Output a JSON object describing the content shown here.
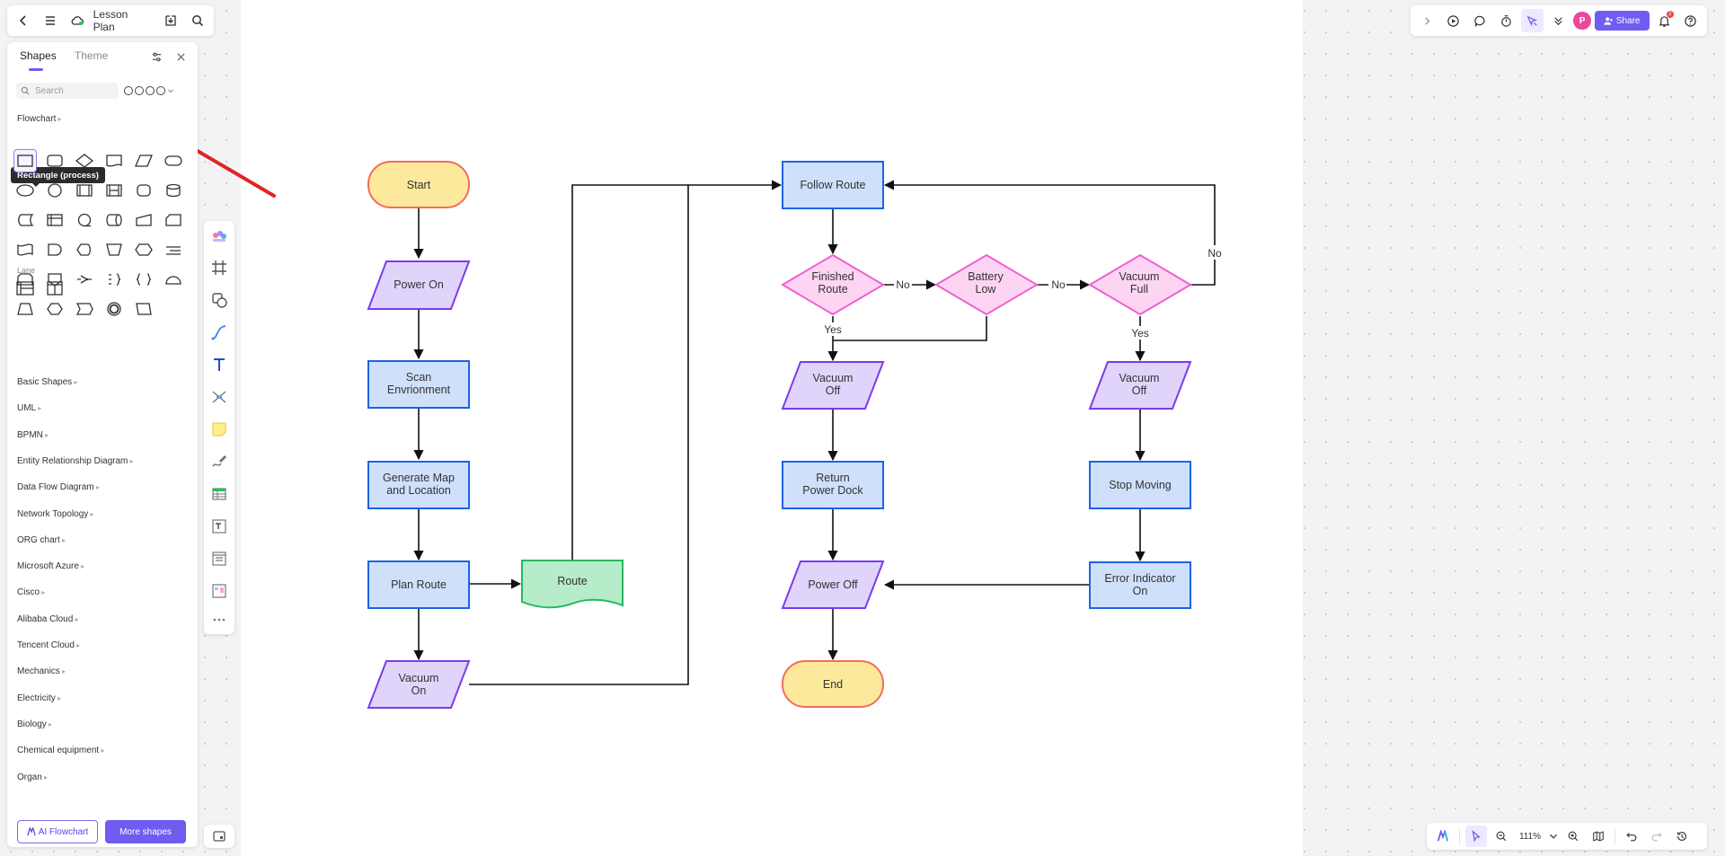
{
  "topbar": {
    "title": "Lesson Plan",
    "icons": [
      "back-icon",
      "menu-icon",
      "cloud-icon",
      "download-icon",
      "search-icon"
    ]
  },
  "sidebar": {
    "tabs": [
      "Shapes",
      "Theme"
    ],
    "search_placeholder": "Search",
    "flowchart_label": "Flowchart",
    "tooltip": "Rectangle (process)",
    "lane_label": "Lane",
    "categories": [
      "Basic Shapes",
      "UML",
      "BPMN",
      "Entity Relationship Diagram",
      "Data Flow Diagram",
      "Network Topology",
      "ORG chart",
      "Microsoft Azure",
      "Cisco",
      "Alibaba Cloud",
      "Tencent Cloud",
      "Mechanics",
      "Electricity",
      "Biology",
      "Chemical equipment",
      "Organ"
    ],
    "ai_flowchart_label": "AI Flowchart",
    "more_shapes_label": "More shapes"
  },
  "topright": {
    "avatar_initial": "P",
    "share_label": "Share",
    "notification_count": "2"
  },
  "bottombar": {
    "zoom": "111%"
  },
  "flowchart": {
    "nodes": [
      {
        "id": "start",
        "label": "Start"
      },
      {
        "id": "power_on",
        "label": "Power On"
      },
      {
        "id": "scan",
        "label": "Scan\nEnvrionment"
      },
      {
        "id": "generate_map",
        "label": "Generate Map\nand Location"
      },
      {
        "id": "plan_route",
        "label": "Plan Route"
      },
      {
        "id": "route",
        "label": "Route"
      },
      {
        "id": "vacuum_on",
        "label": "Vacuum\nOn"
      },
      {
        "id": "follow_route",
        "label": "Follow Route"
      },
      {
        "id": "finished_route",
        "label": "Finished\nRoute"
      },
      {
        "id": "battery_low",
        "label": "Battery\nLow"
      },
      {
        "id": "vacuum_full",
        "label": "Vacuum\nFull"
      },
      {
        "id": "vacuum_off_1",
        "label": "Vacuum\nOff"
      },
      {
        "id": "vacuum_off_2",
        "label": "Vacuum\nOff"
      },
      {
        "id": "return_dock",
        "label": "Return\nPower Dock"
      },
      {
        "id": "stop_moving",
        "label": "Stop Moving"
      },
      {
        "id": "error_indicator",
        "label": "Error Indicator\nOn"
      },
      {
        "id": "power_off",
        "label": "Power Off"
      },
      {
        "id": "end",
        "label": "End"
      }
    ],
    "edge_labels": {
      "finished_no": "No",
      "finished_yes": "Yes",
      "battery_no": "No",
      "full_no": "No",
      "full_yes": "Yes"
    }
  }
}
